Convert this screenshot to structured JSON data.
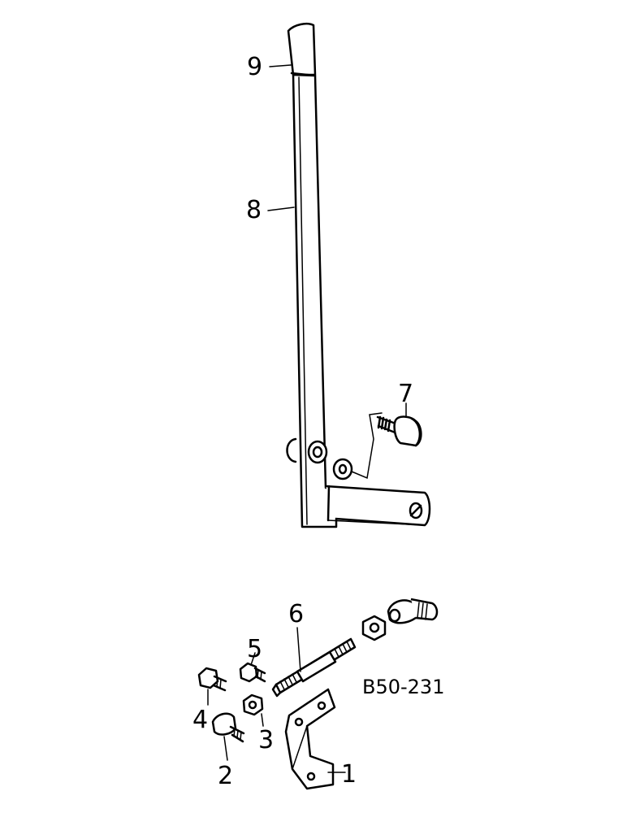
{
  "drawing_code": "B50-231",
  "callouts": {
    "c1": "1",
    "c2": "2",
    "c3": "3",
    "c4": "4",
    "c5": "5",
    "c6": "6",
    "c7": "7",
    "c8": "8",
    "c9": "9"
  }
}
